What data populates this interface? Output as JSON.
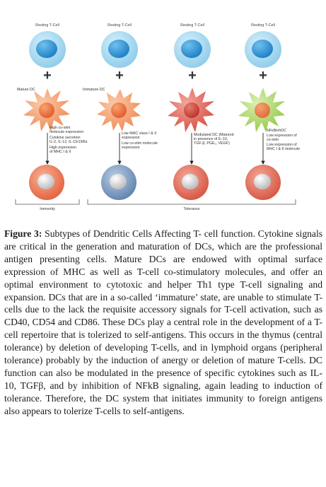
{
  "figure": {
    "columns": [
      {
        "top_label": "Resting T-Cell",
        "dc_label": "Mature DC",
        "dc_color": "#f08a55",
        "dc_type": "mature",
        "annotations": [
          "High co-stim",
          "molecule expression",
          "Cytokine secretion",
          "IL-2, IL-12, IL-15/15Rα",
          "High expression",
          "of MHC I & II"
        ],
        "result_color": "#e8633d"
      },
      {
        "top_label": "Resting T-Cell",
        "dc_label": "Immature DC",
        "dc_color": "#f08a55",
        "dc_type": "immature",
        "annotations": [
          "Low MHC class I & II",
          "expression",
          "Low co-stim molecule",
          "expression"
        ],
        "result_color": "#6d8fb5"
      },
      {
        "top_label": "Resting T-Cell",
        "dc_label": "Modulated DC (Matured",
        "dc_color": "#d9534a",
        "dc_type": "modulated",
        "annotations": [
          "Modulated DC (Matured",
          "in presence of IL-10,",
          "TGF-β, PGE₂, VEGF)"
        ],
        "result_color": "#df5a45"
      },
      {
        "top_label": "Resting T-Cell",
        "dc_label": "NFκBinhDC",
        "dc_color": "#9ccf4a",
        "dc_type": "nfkb",
        "annotations": [
          "NFκBinhDC",
          "Low expression of",
          "co-stim",
          "Low expression of",
          "MHC I & II molecule"
        ],
        "result_color": "#df5a45"
      }
    ],
    "plus_sign": "+",
    "outcomes": {
      "immunity": "Immunity",
      "tolerance": "Tolerance"
    },
    "colors": {
      "resting_outer": "#9fd6f0",
      "resting_inner": "#2b8fd0",
      "arrow": "#222222"
    }
  },
  "caption": {
    "label": "Figure 3:",
    "text": "Subtypes of Dendritic Cells Affecting T- cell function. Cytokine signals are critical in the generation and maturation of DCs, which are the professional antigen presenting cells. Mature DCs are endowed with optimal surface expression of MHC as well as T-cell co-stimulatory molecules, and offer an optimal environment to cytotoxic and helper Th1 type T-cell signaling and expansion. DCs that are in a so-called ‘immature’ state, are unable to stimulate T-cells due to the lack the requisite accessory signals for T-cell activation, such as CD40, CD54 and CD86. These DCs play a central role in the development of a T-cell repertoire that is tolerized to self-antigens. This occurs in the thymus (central tolerance) by deletion of developing T-cells, and in lymphoid organs (peripheral tolerance) probably by the induction of anergy or deletion of mature T-cells. DC function can also be modulated in the presence of specific cytokines such as IL-10, TGFβ, and by inhibition of NFkB signaling, again leading to induction of tolerance. Therefore, the DC system that initiates immunity to foreign antigens also appears to tolerize T-cells to self-antigens."
  }
}
